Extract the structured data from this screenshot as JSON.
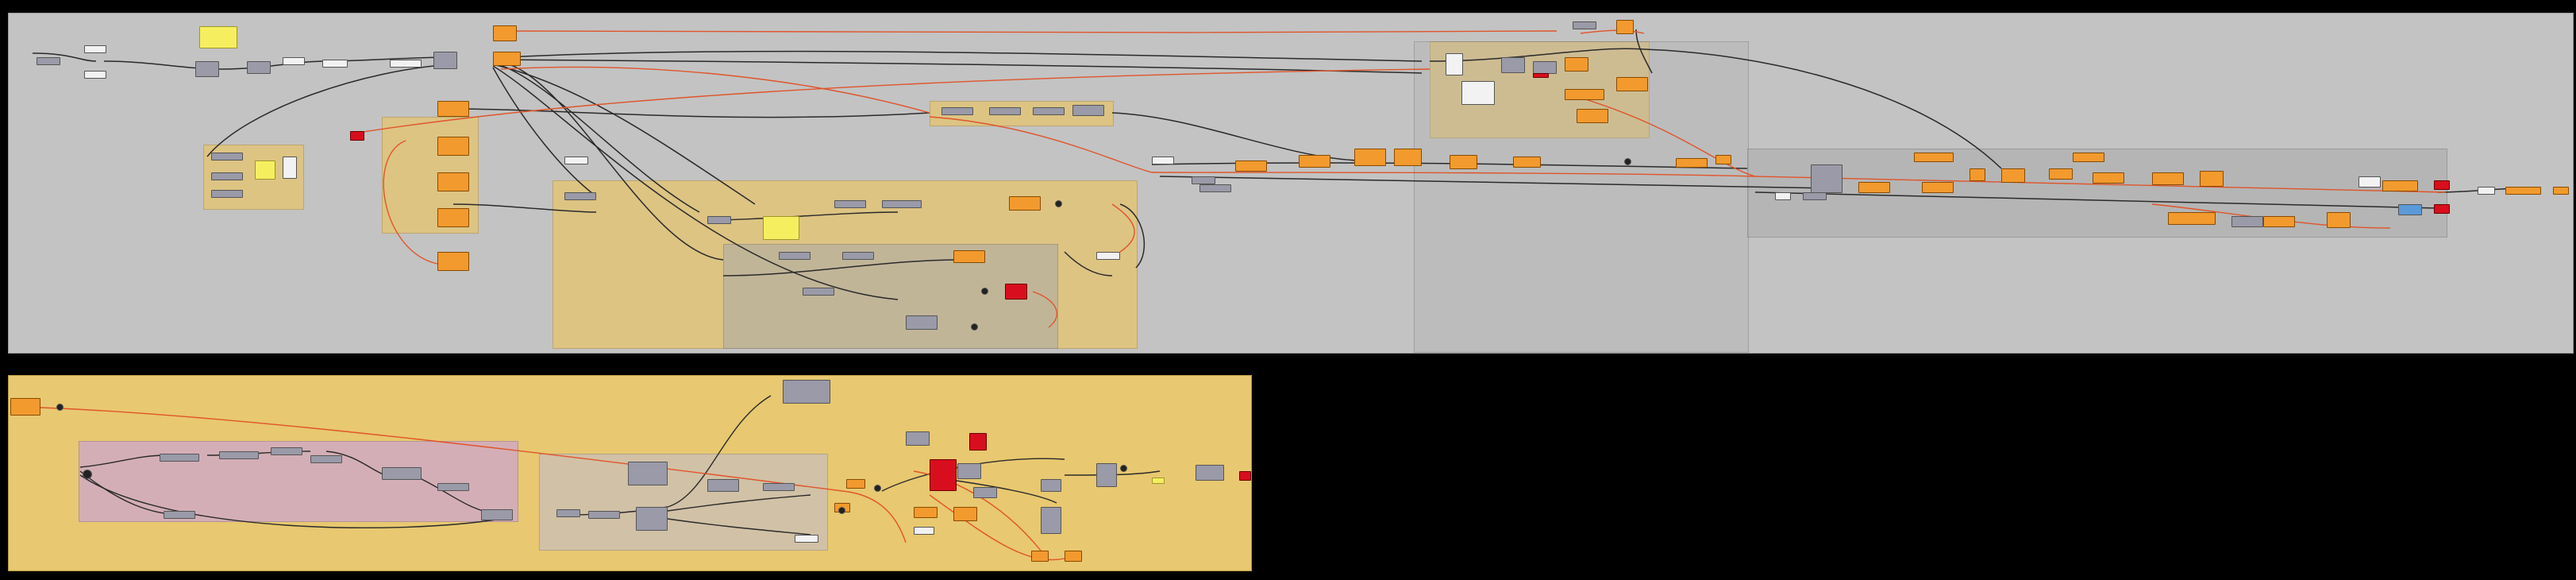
{
  "canvas": {
    "background": "#000000",
    "top_panel_color": "#c3c3c3",
    "bottom_panel_color": "#e8c870",
    "wire_dark": "#2a2a2a",
    "wire_red": "#e0542a",
    "component_orange": "#f29a2e",
    "component_grey": "#9a9aa8",
    "component_red": "#d80e1e",
    "panel_yellow": "#f5ef60"
  },
  "icons": [
    "component-node",
    "parameter-node",
    "panel-note",
    "wire"
  ]
}
